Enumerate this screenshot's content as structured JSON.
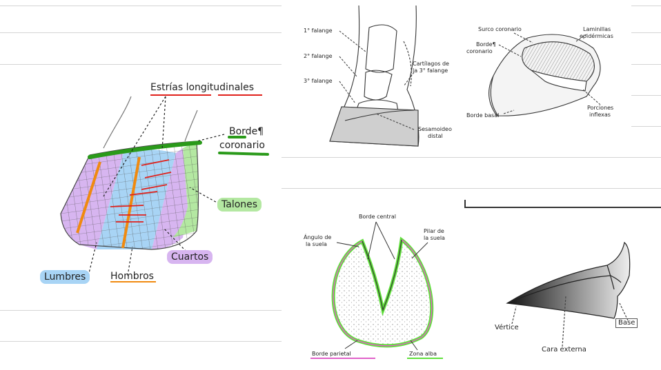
{
  "colors": {
    "green_mark": "#2a9a1a",
    "red_mark": "#e0201a",
    "orange_mark": "#f08a10",
    "purple_zone": "#d7b5f0",
    "blue_zone": "#a8d4f5",
    "green_zone": "#b4e8a2",
    "lime_outline": "#5fe03a",
    "pink_outline": "#e060c8"
  },
  "hoof_zones": {
    "title": "Estrías longitudinales",
    "borde_coronario": [
      "Borde¶",
      "coronario"
    ],
    "talones": "Talones",
    "cuartos": "Cuartos",
    "lumbres": "Lumbres",
    "hombros": "Hombros"
  },
  "bones": {
    "falange1": "1° falange",
    "falange2": "2° falange",
    "falange3": "3° falange",
    "cartilagos": [
      "Cartílagos de",
      "la 3° falange"
    ],
    "sesamoideo": [
      "Sesamoideo",
      "distal"
    ]
  },
  "wall": {
    "surco": "Surco coronario",
    "laminillas": [
      "Laminillas",
      "epidérmicas"
    ],
    "borde_coronario": [
      "Borde¶",
      "coronario"
    ],
    "borde_basal": "Borde basal",
    "porciones": [
      "Porciones",
      "inflexas"
    ]
  },
  "sole": {
    "borde_central": "Borde central",
    "angulo": [
      "Ángulo de",
      "la suela"
    ],
    "pilar": [
      "Pilar de",
      "la suela"
    ],
    "borde_parietal": "Borde parietal",
    "zona_alba": "Zona alba"
  },
  "frog": {
    "vertice": "Vértice",
    "base": "Base",
    "cara_externa": "Cara externa"
  }
}
